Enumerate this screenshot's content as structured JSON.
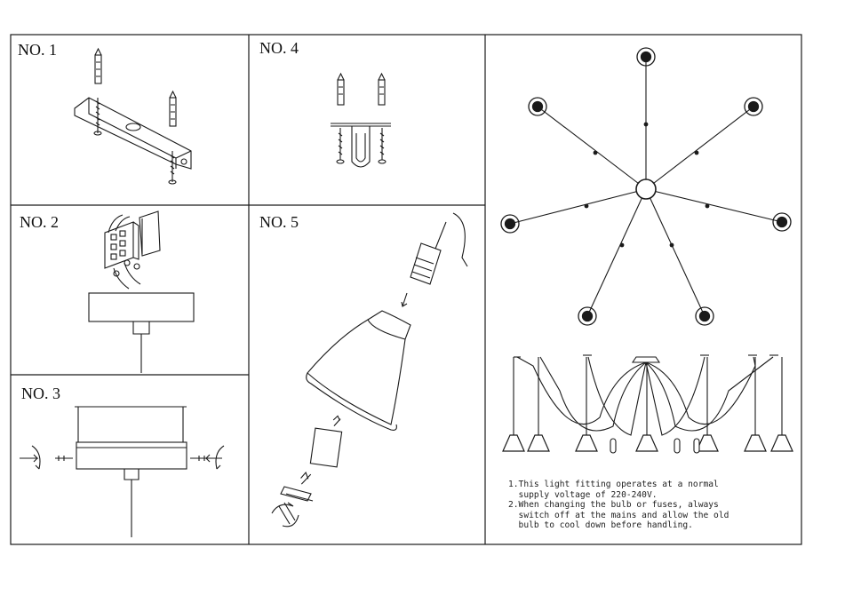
{
  "panels": {
    "p1": {
      "label": "NO. 1"
    },
    "p2": {
      "label": "NO. 2"
    },
    "p3": {
      "label": "NO. 3"
    },
    "p4": {
      "label": "NO. 4"
    },
    "p5": {
      "label": "NO. 5"
    }
  },
  "notes": {
    "n1a": "1.This light fitting operates at a normal",
    "n1b": "  supply voltage of 220-240V.",
    "n2a": "2.When changing the bulb or fuses, always",
    "n2b": "  switch off at the mains and allow the old",
    "n2c": "  bulb to cool down before handling."
  },
  "colors": {
    "line": "#1a1a1a",
    "paper": "#ffffff"
  }
}
